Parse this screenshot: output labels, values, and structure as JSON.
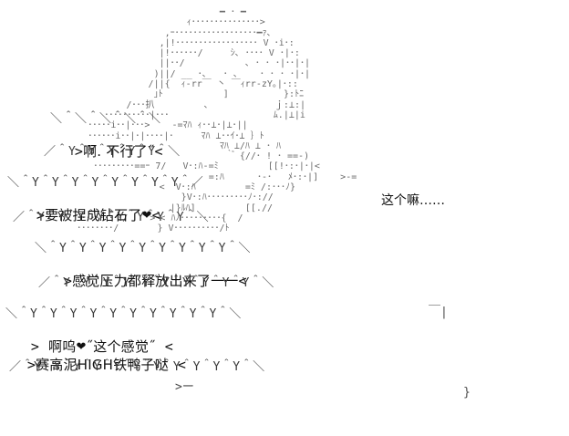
{
  "scene": {
    "kind": "ascii-art-illustration",
    "background_color": "#ffffff",
    "art_color": "#6b6b6b",
    "text_color": "#111111"
  },
  "art": {
    "main_body": "                                        ━ ･ ━\n                                  ｨ･･･････････････>\n                              ,ｰ･･････････････････━ｧ､\n                             ,|!･･････････････････ V ･i･:\n                             |!･･････/     ｼ､ ････ V ･|･:\n                             ||･･/           ､ ･ ･ ･|･･|･|\n                            )||/ __ ･､   ･ ､    ･ ･ ･ ･|･|\n                           /||{  ｨ-rr￣ 丶 ￣ｨrr-zY｡|･::\n                            ｣ﾄ           ]          }:ﾄﾆ\n                       /･･･扒         ､            ｊ:⊥:|\n                   ･･････････|･･･                   ﾑ.|⊥|i\n                ･････i･･|･･･>    -=ﾏﾊ ｨ･･⊥･|⊥･||\n                ･･････i･･|･|････|･     ﾏﾊ ⊥･･ｲ･⊥ ｝ﾄ\n                                        ﾏﾊ ⊥/ﾊ ⊥ ･ ﾊ\n                                         ｀゙ {//･ ! ･ ==-)\n                 ･････････==ｰ 7/   V･:ﾊ-=ﾐ         [[!･:･|･|<\n                                      =:ﾊ      ･-･   ﾒ･:･|]    >-=\n                             <  V･:ﾊ         =ﾐ /:･･･ﾉ}\n                                 }V･:ﾊ･････････ﾉ･://\n                               |}ﾙﾊ]         [[.//\n              ･･････････/    >ｰ< ﾊﾉ･････････{  /\n              ････････/       } V･･････････/ﾄ",
    "top_dash": "━ ･ ━"
  },
  "dialogue": {
    "lines": [
      {
        "id": "line-1",
        "open": ">",
        "text": "啊. 不行了˝",
        "close": "<",
        "heart": false
      },
      {
        "id": "line-2",
        "open": ">",
        "text": "要被捏成钻石了",
        "close": "<",
        "heart": true
      },
      {
        "id": "line-3",
        "open": ">",
        "text": "感觉压力都释放出来了一一",
        "close": "<",
        "heart": false
      },
      {
        "id": "line-4",
        "open": ">",
        "text_before_heart": "啊呜",
        "text_after_heart": "˝这个感觉˝",
        "close": "<",
        "heart": true
      },
      {
        "id": "line-5",
        "open": ">",
        "text": "赛高泥HIGH铁鸭子哒",
        "close": "<",
        "heart": false
      }
    ],
    "side_note": "这个嘛……"
  },
  "scallops": {
    "row_a_top": "＼＾＼＾＼＾＼＾＼",
    "row_a_bottom": "／＾Y＾Y＾Y＾Y＾Y＾＼",
    "row_b_top": "＼＾Y＾Y＾Y＾Y＾Y＾Y＾Y＾Y＾／",
    "row_b_bottom": "／＾Y＾Y＾Y＾Y＾Y＾Y＾Y＾Y＾＼",
    "row_c_top": "＼＾Y＾Y＾Y＾Y＾Y＾Y＾Y＾Y＾Y＾＼",
    "row_c_bottom": "／＾Y＾Y＾Y＾Y＾Y＾Y＾Y＾Y＾Y＾Y＾＼",
    "row_d_top": "＼＾Y＾Y＾Y＾Y＾Y＾Y＾Y＾Y＾Y＾Y＾＼",
    "row_d_bottom": "／＾Y＾Y＾Y＾Y＾Y＾Y＾Y＾Y＾Y＾Y＾Y＾＼"
  },
  "marks": {
    "bracket_right": "￣|",
    "brace_right": "}",
    "arrow_right": ">ー"
  }
}
